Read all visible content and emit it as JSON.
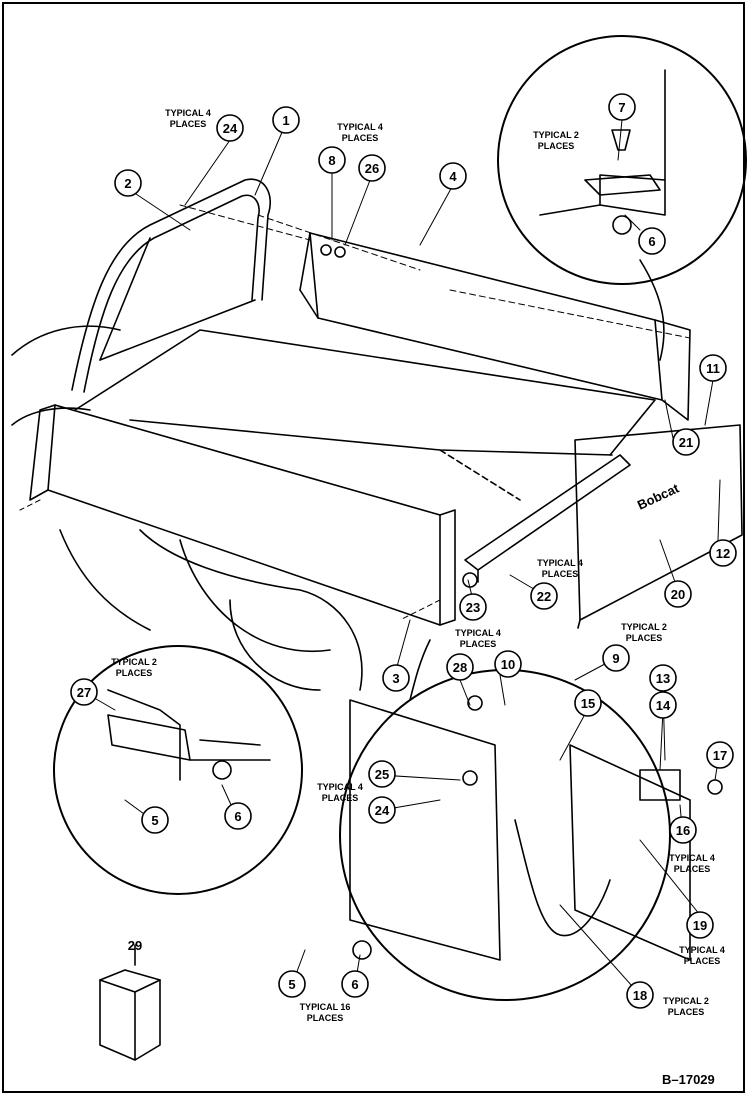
{
  "figure_id": "B–17029",
  "brand_decal": "Bobcat",
  "callouts": [
    "1",
    "2",
    "3",
    "4",
    "5",
    "5",
    "6",
    "6",
    "6",
    "7",
    "8",
    "9",
    "10",
    "11",
    "12",
    "13",
    "14",
    "15",
    "16",
    "17",
    "18",
    "19",
    "20",
    "21",
    "22",
    "23",
    "24",
    "24",
    "25",
    "26",
    "27",
    "28",
    "29"
  ],
  "notes": {
    "typical_4_places": "TYPICAL 4 PLACES",
    "typical_2_places": "TYPICAL 2 PLACES",
    "typical_16_places": "TYPICAL 16 PLACES"
  }
}
